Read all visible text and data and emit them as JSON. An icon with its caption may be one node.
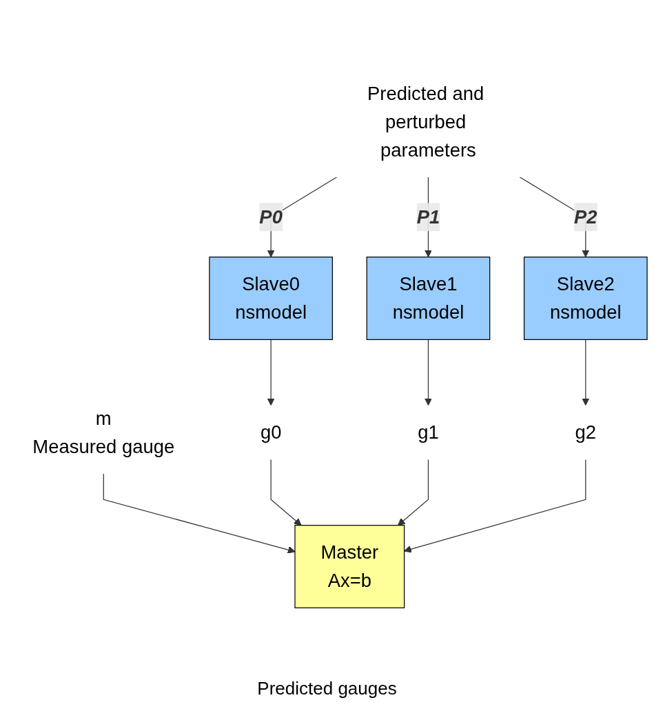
{
  "diagram": {
    "nodes": [
      {
        "text": [
          "Master",
          "Ax=b"
        ]
      },
      {
        "text": [
          "m",
          "Measured gauge"
        ]
      },
      {
        "text": [
          "Predicted and perturbed parameters"
        ]
      },
      {
        "text": [
          "Slave0",
          "nsmodel"
        ]
      },
      {
        "text": [
          "Slave1",
          "nsmodel"
        ]
      },
      {
        "text": [
          "Slave2",
          "nsmodel"
        ]
      },
      {
        "text": [
          "g0"
        ]
      },
      {
        "text": [
          "g1"
        ]
      },
      {
        "text": [
          "g2"
        ]
      }
    ],
    "edges": [
      {
        "from": 1,
        "to": 0,
        "arrow": "to"
      },
      {
        "from": 2,
        "to": 3,
        "label": "P0",
        "arrow": "to"
      },
      {
        "from": 2,
        "to": 4,
        "label": "P1",
        "arrow": "to"
      },
      {
        "from": 2,
        "to": 5,
        "label": "P2",
        "arrow": "to"
      },
      {
        "from": 3,
        "to": 6,
        "arrow": "to"
      },
      {
        "from": 4,
        "to": 7,
        "arrow": "to"
      },
      {
        "from": 5,
        "to": 8,
        "arrow": "to"
      },
      {
        "from": 6,
        "to": 0,
        "arrow": "to"
      },
      {
        "from": 7,
        "to": 0,
        "arrow": "to"
      },
      {
        "from": 8,
        "to": 0,
        "arrow": "to"
      }
    ],
    "labels": [
      "Predicted gauges"
    ]
  }
}
